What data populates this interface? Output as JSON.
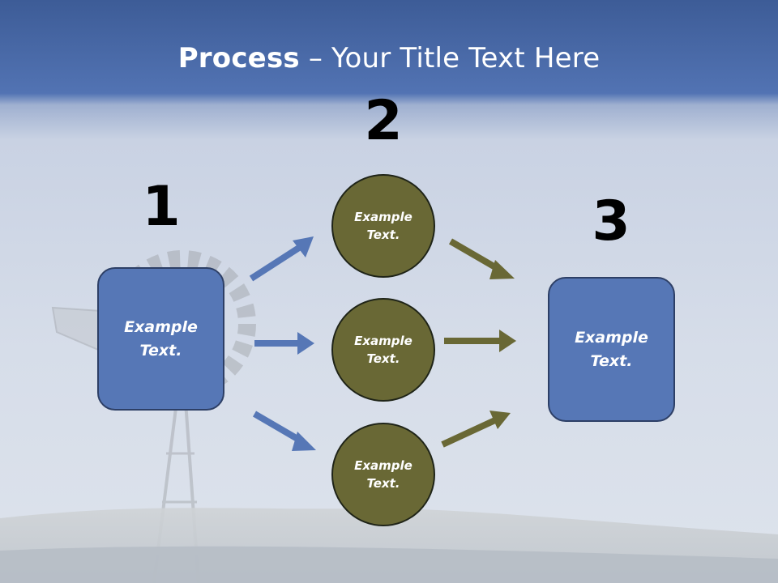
{
  "slide": {
    "title_bold": "Process",
    "title_rest": " – Your Title Text Here",
    "steps": [
      {
        "number": "1",
        "text": "Example\nText."
      },
      {
        "number": "2",
        "text": ""
      },
      {
        "number": "3",
        "text": "Example\nText."
      }
    ],
    "circles": [
      {
        "text": "Example\nText."
      },
      {
        "text": "Example\nText."
      },
      {
        "text": "Example\nText."
      }
    ]
  },
  "colors": {
    "box_fill": "#5677b6",
    "circle_fill": "#696835",
    "blue_arrow": "#5677b6",
    "olive_arrow": "#696835",
    "title_band": "#4d6eaf"
  },
  "icons": [
    "windmill-background",
    "arrow-right-icon"
  ]
}
